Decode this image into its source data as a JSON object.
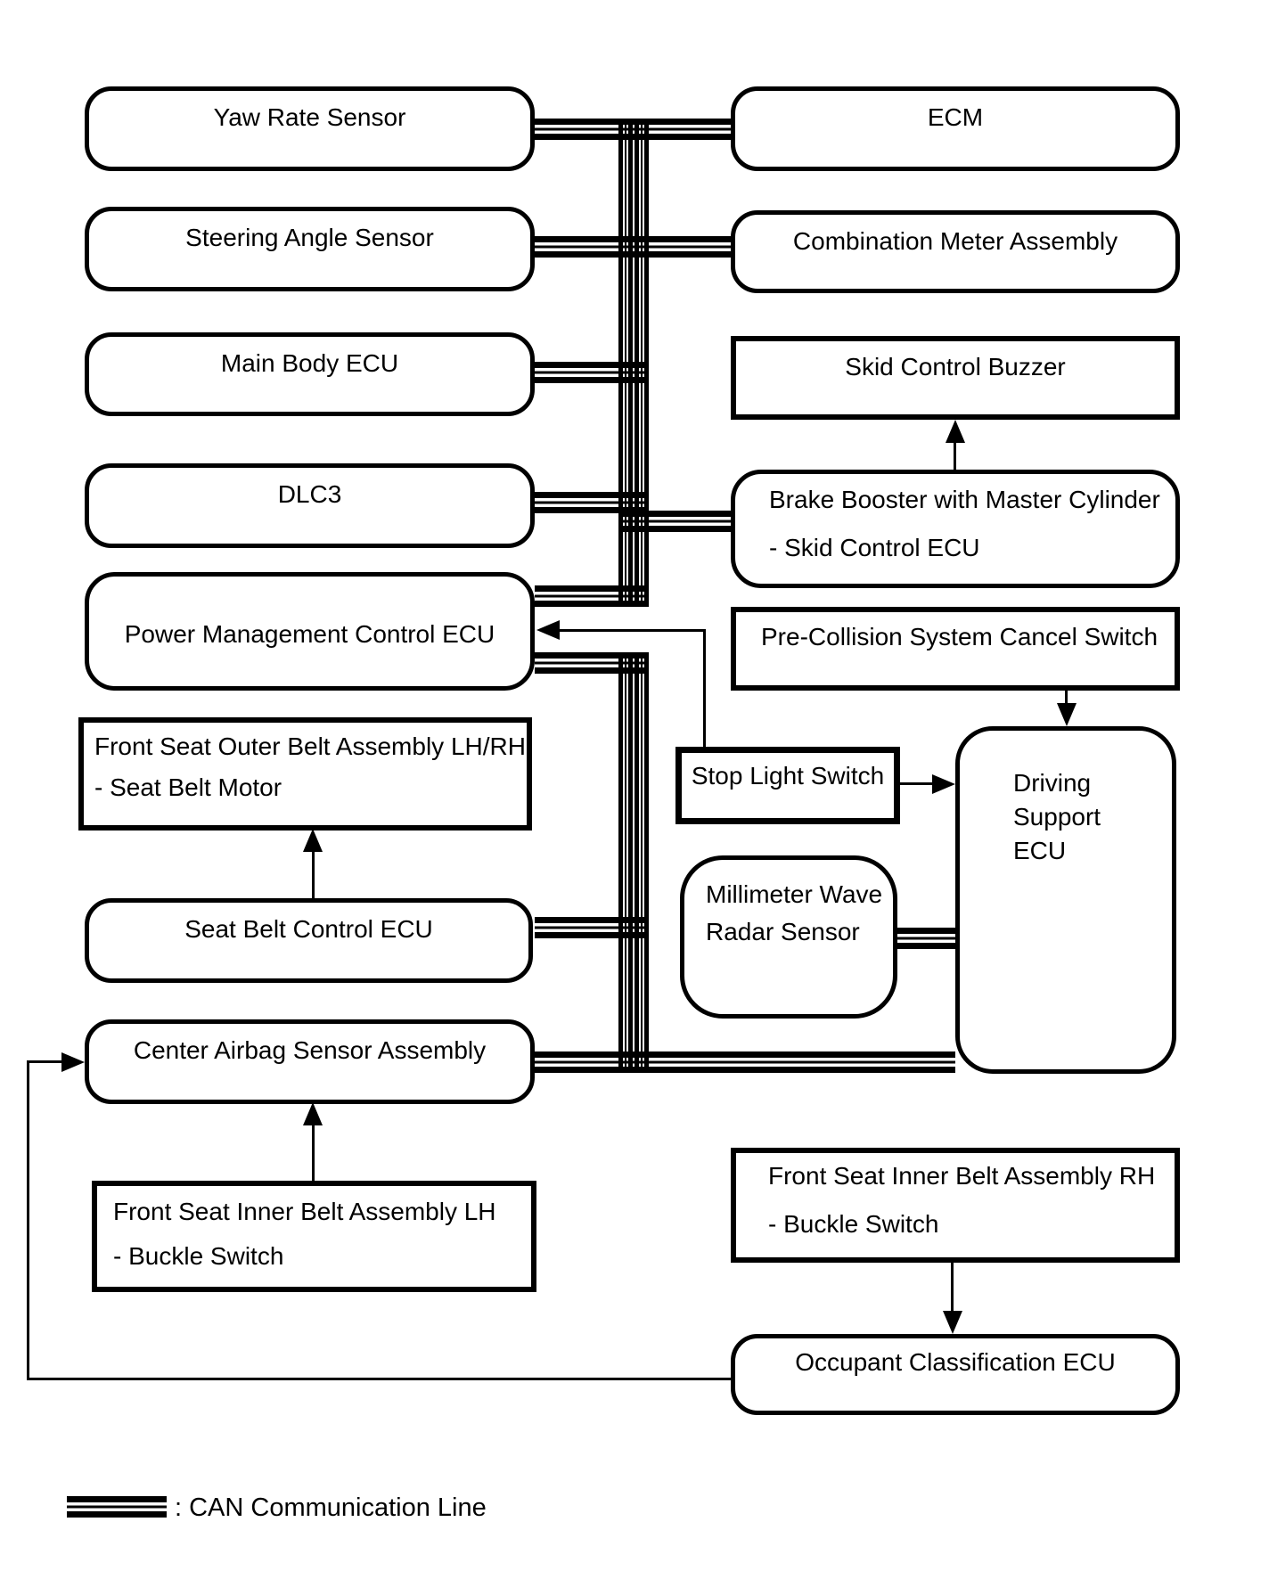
{
  "diagram": {
    "title_hint": "CAN communication topology diagram",
    "nodes": {
      "yaw": {
        "label": "Yaw Rate Sensor"
      },
      "steering": {
        "label": "Steering Angle Sensor"
      },
      "main_body": {
        "label": "Main Body ECU"
      },
      "dlc3": {
        "label": "DLC3"
      },
      "power_mgmt": {
        "label": "Power Management Control ECU"
      },
      "outer_belt": {
        "line1": "Front Seat Outer Belt Assembly LH/RH",
        "line2": "- Seat Belt Motor"
      },
      "seat_belt_ecu": {
        "label": "Seat Belt Control ECU"
      },
      "center_airbag": {
        "label": "Center Airbag Sensor Assembly"
      },
      "inner_belt_lh": {
        "line1": "Front Seat Inner Belt Assembly LH",
        "line2": "- Buckle Switch"
      },
      "ecm": {
        "label": "ECM"
      },
      "combination_meter": {
        "label": "Combination Meter Assembly"
      },
      "skid_buzzer": {
        "label": "Skid Control Buzzer"
      },
      "brake_booster": {
        "line1": "Brake Booster with Master Cylinder",
        "line2": "- Skid Control ECU"
      },
      "pre_collision": {
        "label": "Pre-Collision System Cancel Switch"
      },
      "stop_light": {
        "label": "Stop Light Switch"
      },
      "mm_radar": {
        "line1": "Millimeter Wave",
        "line2": "Radar Sensor"
      },
      "driving_support": {
        "line1": "Driving",
        "line2": "Support",
        "line3": "ECU"
      },
      "inner_belt_rh": {
        "line1": "Front Seat Inner Belt Assembly RH",
        "line2": "- Buckle Switch"
      },
      "occupant": {
        "label": "Occupant Classification ECU"
      }
    },
    "edges": [
      {
        "from": "Yaw Rate Sensor",
        "to": "ECM",
        "type": "CAN"
      },
      {
        "from": "Steering Angle Sensor",
        "to": "Combination Meter Assembly",
        "type": "CAN"
      },
      {
        "from": "Main Body ECU",
        "to": "CAN trunk",
        "type": "CAN"
      },
      {
        "from": "DLC3",
        "to": "CAN trunk",
        "type": "CAN"
      },
      {
        "from": "CAN trunk",
        "to": "Brake Booster with Master Cylinder",
        "type": "CAN"
      },
      {
        "from": "Power Management Control ECU",
        "to": "CAN trunk",
        "type": "CAN"
      },
      {
        "from": "Seat Belt Control ECU",
        "to": "CAN trunk",
        "type": "CAN"
      },
      {
        "from": "Center Airbag Sensor Assembly",
        "to": "Driving Support ECU",
        "type": "CAN"
      },
      {
        "from": "Millimeter Wave Radar Sensor",
        "to": "Driving Support ECU",
        "type": "CAN"
      },
      {
        "from": "Brake Booster with Master Cylinder",
        "to": "Skid Control Buzzer",
        "type": "arrow"
      },
      {
        "from": "Pre-Collision System Cancel Switch",
        "to": "Driving Support ECU",
        "type": "arrow"
      },
      {
        "from": "Stop Light Switch",
        "to": "Power Management Control ECU",
        "type": "arrow"
      },
      {
        "from": "Stop Light Switch",
        "to": "Driving Support ECU",
        "type": "arrow"
      },
      {
        "from": "Seat Belt Control ECU",
        "to": "Front Seat Outer Belt Assembly LH/RH",
        "type": "arrow"
      },
      {
        "from": "Front Seat Inner Belt Assembly LH",
        "to": "Center Airbag Sensor Assembly",
        "type": "arrow"
      },
      {
        "from": "Front Seat Inner Belt Assembly RH",
        "to": "Occupant Classification ECU",
        "type": "arrow"
      },
      {
        "from": "Occupant Classification ECU",
        "to": "Center Airbag Sensor Assembly",
        "type": "arrow"
      }
    ],
    "legend": {
      "label": ": CAN Communication Line"
    },
    "colors": {
      "line": "#000000",
      "background": "#ffffff"
    }
  }
}
